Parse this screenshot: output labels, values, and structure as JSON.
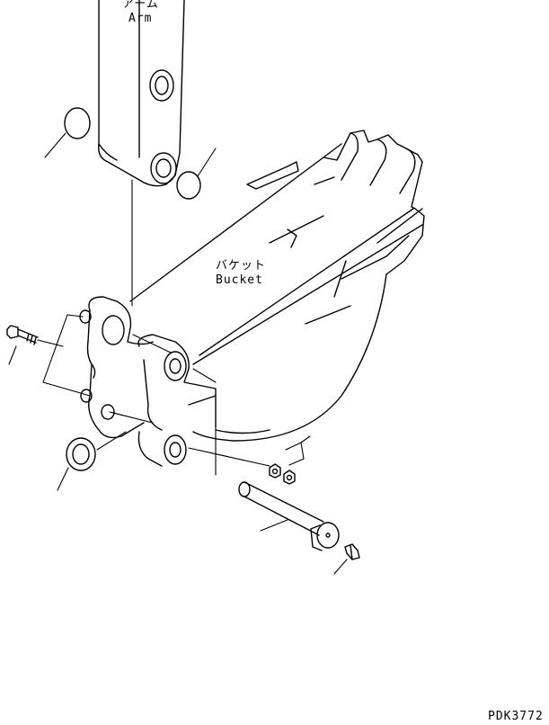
{
  "labels": {
    "arm_jp": "アーム",
    "arm_en": "Arm",
    "bucket_jp": "バケット",
    "bucket_en": "Bucket"
  },
  "drawing_code": "PDK3772"
}
